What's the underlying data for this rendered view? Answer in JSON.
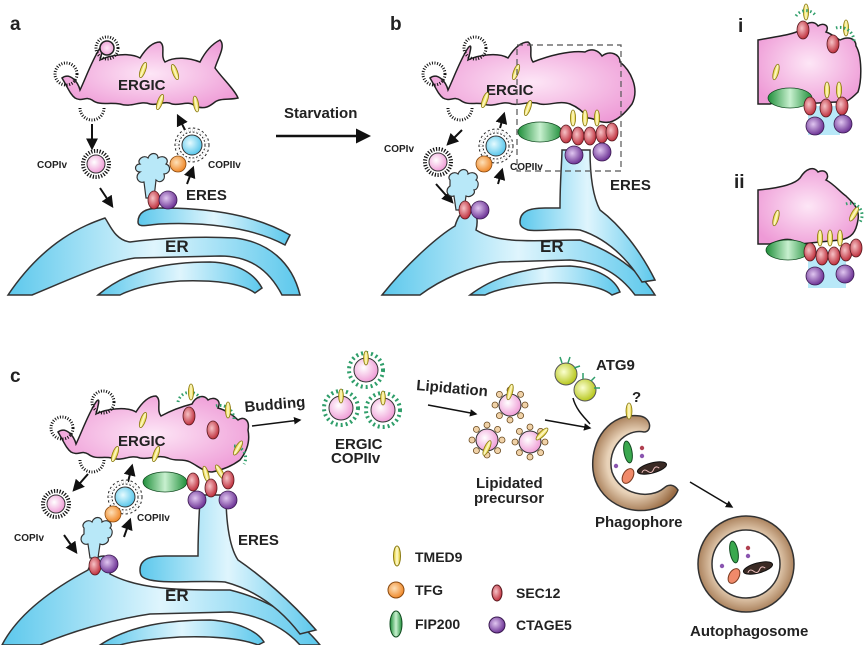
{
  "panels": {
    "a": "a",
    "b": "b",
    "c": "c",
    "i": "i",
    "ii": "ii"
  },
  "labels": {
    "ergic": "ERGIC",
    "er": "ER",
    "eres": "ERES",
    "copi_vesicle": "COPIv",
    "copii_vesicle": "COPIIv",
    "starvation": "Starvation",
    "budding": "Budding",
    "ergic_copii_line1": "ERGIC",
    "ergic_copii_line2": "COPIIv",
    "lipidation": "Lipidation",
    "lipidated_line1": "Lipidated",
    "lipidated_line2": "precursor",
    "atg9": "ATG9",
    "question": "?",
    "phagophore": "Phagophore",
    "autophagosome": "Autophagosome"
  },
  "legend": [
    {
      "name": "TMED9",
      "shape": "thin-oval",
      "color": "#f2e04a"
    },
    {
      "name": "TFG",
      "shape": "circle",
      "color": "#f4a04e"
    },
    {
      "name": "SEC12",
      "shape": "oval",
      "color": "#d0505a"
    },
    {
      "name": "FIP200",
      "shape": "oval",
      "color": "#3aa84e"
    },
    {
      "name": "CTAGE5",
      "shape": "circle",
      "color": "#8a55b0"
    }
  ],
  "colors": {
    "er": "#7fd6f0",
    "ergic": "#f2a8dc",
    "phagophore": "#a77a52",
    "atg9": "#cfe04a",
    "copii_coat": "#2f9e6a"
  }
}
